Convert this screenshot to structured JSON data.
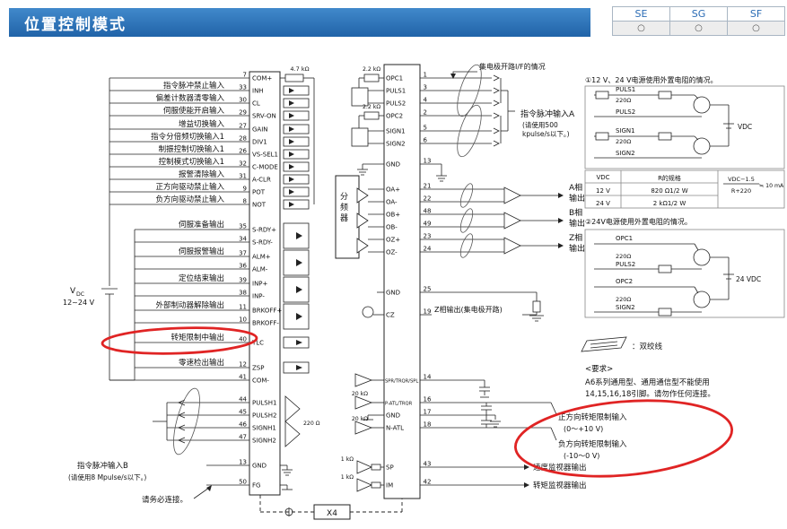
{
  "header": {
    "title": "位置控制模式"
  },
  "mode_table": {
    "columns": [
      "SE",
      "SG",
      "SF"
    ],
    "marks": [
      "○",
      "○",
      "○"
    ]
  },
  "power": {
    "v": "V",
    "dc": "DC",
    "range": "12~24 V"
  },
  "left": {
    "rows": [
      {
        "pin": "7",
        "sig": "COM+",
        "label": ""
      },
      {
        "pin": "33",
        "sig": "INH",
        "label": "指令脉冲禁止输入"
      },
      {
        "pin": "30",
        "sig": "CL",
        "label": "偏差计数器清零输入"
      },
      {
        "pin": "29",
        "sig": "SRV-ON",
        "label": "伺服使能开启输入"
      },
      {
        "pin": "27",
        "sig": "GAIN",
        "label": "增益切换输入"
      },
      {
        "pin": "28",
        "sig": "DIV1",
        "label": "指令分倍频切换输入1"
      },
      {
        "pin": "26",
        "sig": "VS-SEL1",
        "label": "制振控制切换输入1"
      },
      {
        "pin": "32",
        "sig": "C-MODE",
        "label": "控制模式切换输入1"
      },
      {
        "pin": "31",
        "sig": "A-CLR",
        "label": "报警清除输入"
      },
      {
        "pin": "9",
        "sig": "POT",
        "label": "正方向驱动禁止输入"
      },
      {
        "pin": "8",
        "sig": "NOT",
        "label": "负方向驱动禁止输入"
      },
      {
        "pin": "35",
        "sig": "S-RDY+",
        "label": "伺服准备输出"
      },
      {
        "pin": "34",
        "sig": "S-RDY-",
        "label": ""
      },
      {
        "pin": "37",
        "sig": "ALM+",
        "label": "伺服报警输出"
      },
      {
        "pin": "36",
        "sig": "ALM-",
        "label": ""
      },
      {
        "pin": "39",
        "sig": "INP+",
        "label": "定位结束输出"
      },
      {
        "pin": "38",
        "sig": "INP-",
        "label": ""
      },
      {
        "pin": "11",
        "sig": "BRKOFF+",
        "label": "外部制动器解除输出"
      },
      {
        "pin": "10",
        "sig": "BRKOFF-",
        "label": ""
      },
      {
        "pin": "40",
        "sig": "TLC",
        "label": "转矩限制中输出"
      },
      {
        "pin": "12",
        "sig": "ZSP",
        "label": "零速检出输出"
      },
      {
        "pin": "41",
        "sig": "COM-",
        "label": ""
      },
      {
        "pin": "44",
        "sig": "PULSH1",
        "label": ""
      },
      {
        "pin": "45",
        "sig": "PULSH2",
        "label": ""
      },
      {
        "pin": "46",
        "sig": "SIGNH1",
        "label": ""
      },
      {
        "pin": "47",
        "sig": "SIGNH2",
        "label": ""
      },
      {
        "pin": "13",
        "sig": "GND",
        "label": "指令脉冲输入B"
      },
      {
        "pin": "50",
        "sig": "FG",
        "label": ""
      }
    ],
    "pulse_b_note": "(请使用8 Mpulse/s以下。)",
    "fg_note": "请务必连接。",
    "r4k7": "4.7 kΩ"
  },
  "center": {
    "rows": [
      {
        "pin": "1",
        "sig": "OPC1"
      },
      {
        "pin": "3",
        "sig": "PULS1"
      },
      {
        "pin": "4",
        "sig": "PULS2"
      },
      {
        "pin": "2",
        "sig": "OPC2"
      },
      {
        "pin": "5",
        "sig": "SIGN1"
      },
      {
        "pin": "6",
        "sig": "SIGN2"
      },
      {
        "pin": "13",
        "sig": "GND"
      },
      {
        "pin": "21",
        "sig": "OA+"
      },
      {
        "pin": "22",
        "sig": "OA-"
      },
      {
        "pin": "48",
        "sig": "OB+"
      },
      {
        "pin": "49",
        "sig": "OB-"
      },
      {
        "pin": "23",
        "sig": "OZ+"
      },
      {
        "pin": "24",
        "sig": "OZ-"
      },
      {
        "pin": "25",
        "sig": "GND"
      },
      {
        "pin": "19",
        "sig": "CZ"
      },
      {
        "pin": "14",
        "sig": "SPR/TRQR/SPL"
      },
      {
        "pin": "16",
        "sig": "P-ATL/TRQR"
      },
      {
        "pin": "17",
        "sig": "GND"
      },
      {
        "pin": "18",
        "sig": "N-ATL"
      },
      {
        "pin": "43",
        "sig": "SP"
      },
      {
        "pin": "42",
        "sig": "IM"
      }
    ],
    "divider": "分频器",
    "r2k2a": "2.2 kΩ",
    "r2k2b": "2.2 kΩ",
    "r220": "220 Ω",
    "r20ka": "20 kΩ",
    "r20kb": "20 kΩ",
    "r1ka": "1 kΩ",
    "r1kb": "1 kΩ",
    "x4": "X4"
  },
  "right": {
    "open_collector": "集电极开路I/F的情况",
    "pulse_a": "指令脉冲输入A",
    "pulse_a_note1": "(请使用500",
    "pulse_a_note2": "kpulse/s以下。)",
    "a1": "A相",
    "a2": "输出",
    "b1": "B相",
    "b2": "输出",
    "z1": "Z相",
    "z2": "输出",
    "z_oc": "Z相输出(集电极开路)",
    "pos_t": "正方向转矩限制输入",
    "pos_r": "(0～+10 V)",
    "neg_t": "负方向转矩限制输入",
    "neg_r": "(-10～0 V)",
    "spd": "速度监视器输出",
    "trq": "转矩监视器输出"
  },
  "panel1": {
    "title": "①12 V、24 V电源使用外置电阻的情况。",
    "s1": "PULS1",
    "r1": "220Ω",
    "s2": "PULS2",
    "s3": "SIGN1",
    "r2": "220Ω",
    "s4": "SIGN2",
    "vdc": "VDC",
    "th1": "VDC",
    "th2": "R的规格",
    "r12": "12 V",
    "r12v": "820 Ω1/2 W",
    "r24": "24 V",
    "r24v": "2 kΩ1/2 W",
    "fnum": "VDC−1.5",
    "fden": "R+220",
    "fres": "≒ 10 mA"
  },
  "panel2": {
    "title": "②24V电源使用外置电阻的情况。",
    "s1": "OPC1",
    "r1": "220Ω",
    "s2": "PULS2",
    "s3": "OPC2",
    "r2": "220Ω",
    "s4": "SIGN2",
    "vdc": "24 VDC"
  },
  "legend": {
    "twisted": "：双绞线"
  },
  "notice": {
    "l1": "<要求>",
    "l2": "A6系列通用型、通用通信型不能使用",
    "l3": "14,15,16,18引脚。请勿作任何连接。"
  }
}
